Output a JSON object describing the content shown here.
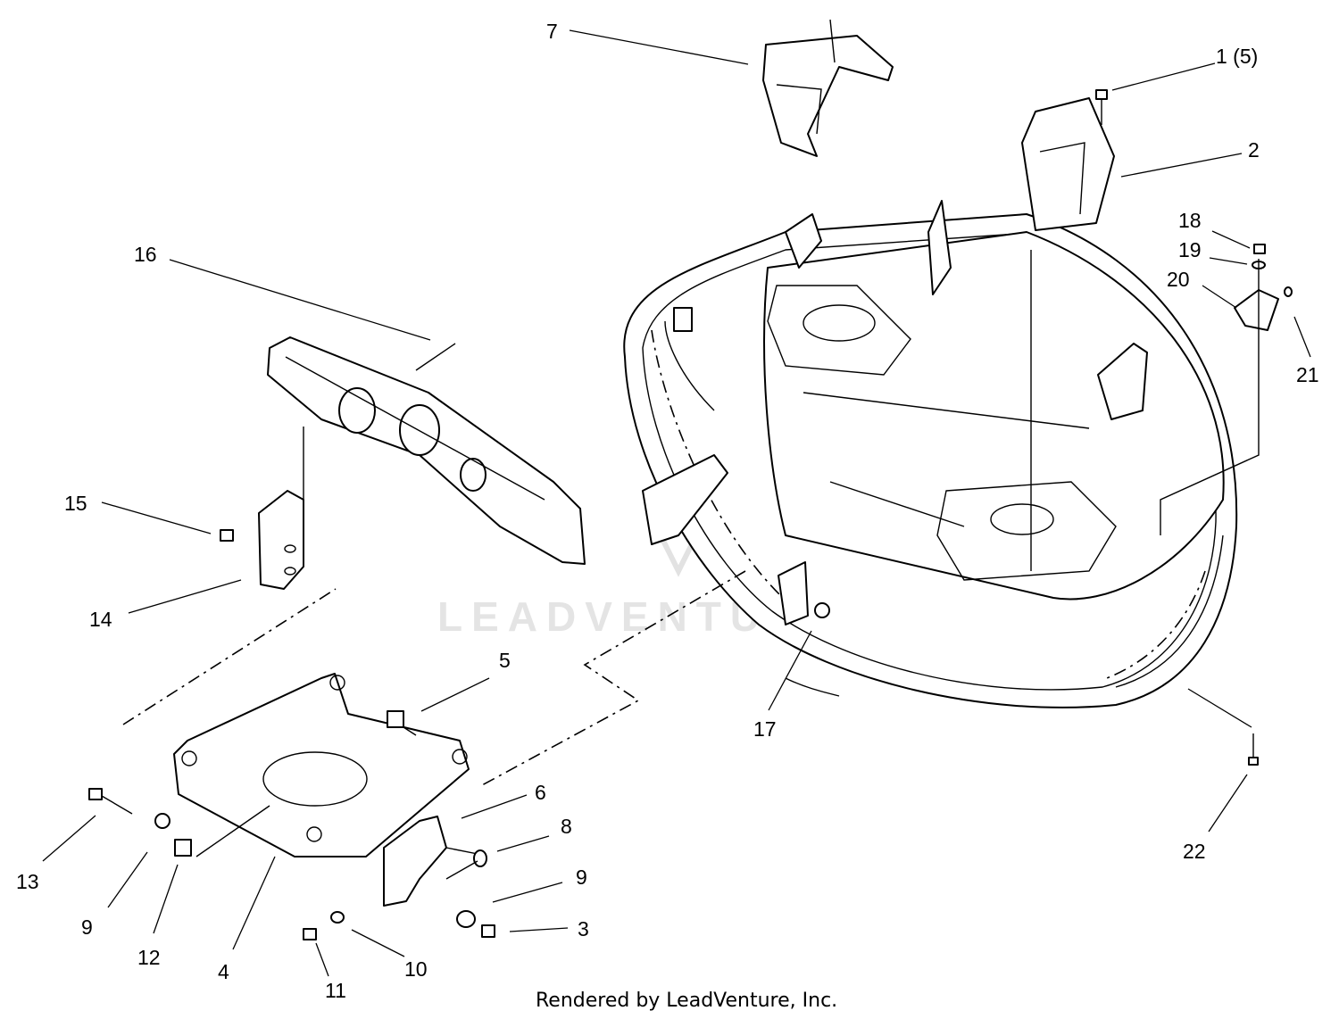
{
  "watermark": "LEADVENTURE",
  "footer": "Rendered by LeadVenture, Inc.",
  "callouts": [
    {
      "id": "c1",
      "text": "1 (5)"
    },
    {
      "id": "c2",
      "text": "2"
    },
    {
      "id": "c3",
      "text": "3"
    },
    {
      "id": "c4",
      "text": "4"
    },
    {
      "id": "c5",
      "text": "5"
    },
    {
      "id": "c6",
      "text": "6"
    },
    {
      "id": "c7",
      "text": "7"
    },
    {
      "id": "c8",
      "text": "8"
    },
    {
      "id": "c9a",
      "text": "9"
    },
    {
      "id": "c9b",
      "text": "9"
    },
    {
      "id": "c10",
      "text": "10"
    },
    {
      "id": "c11",
      "text": "11"
    },
    {
      "id": "c12",
      "text": "12"
    },
    {
      "id": "c13",
      "text": "13"
    },
    {
      "id": "c14",
      "text": "14"
    },
    {
      "id": "c15",
      "text": "15"
    },
    {
      "id": "c16",
      "text": "16"
    },
    {
      "id": "c17",
      "text": "17"
    },
    {
      "id": "c18",
      "text": "18"
    },
    {
      "id": "c19",
      "text": "19"
    },
    {
      "id": "c20",
      "text": "20"
    },
    {
      "id": "c21",
      "text": "21"
    },
    {
      "id": "c22",
      "text": "22"
    }
  ]
}
